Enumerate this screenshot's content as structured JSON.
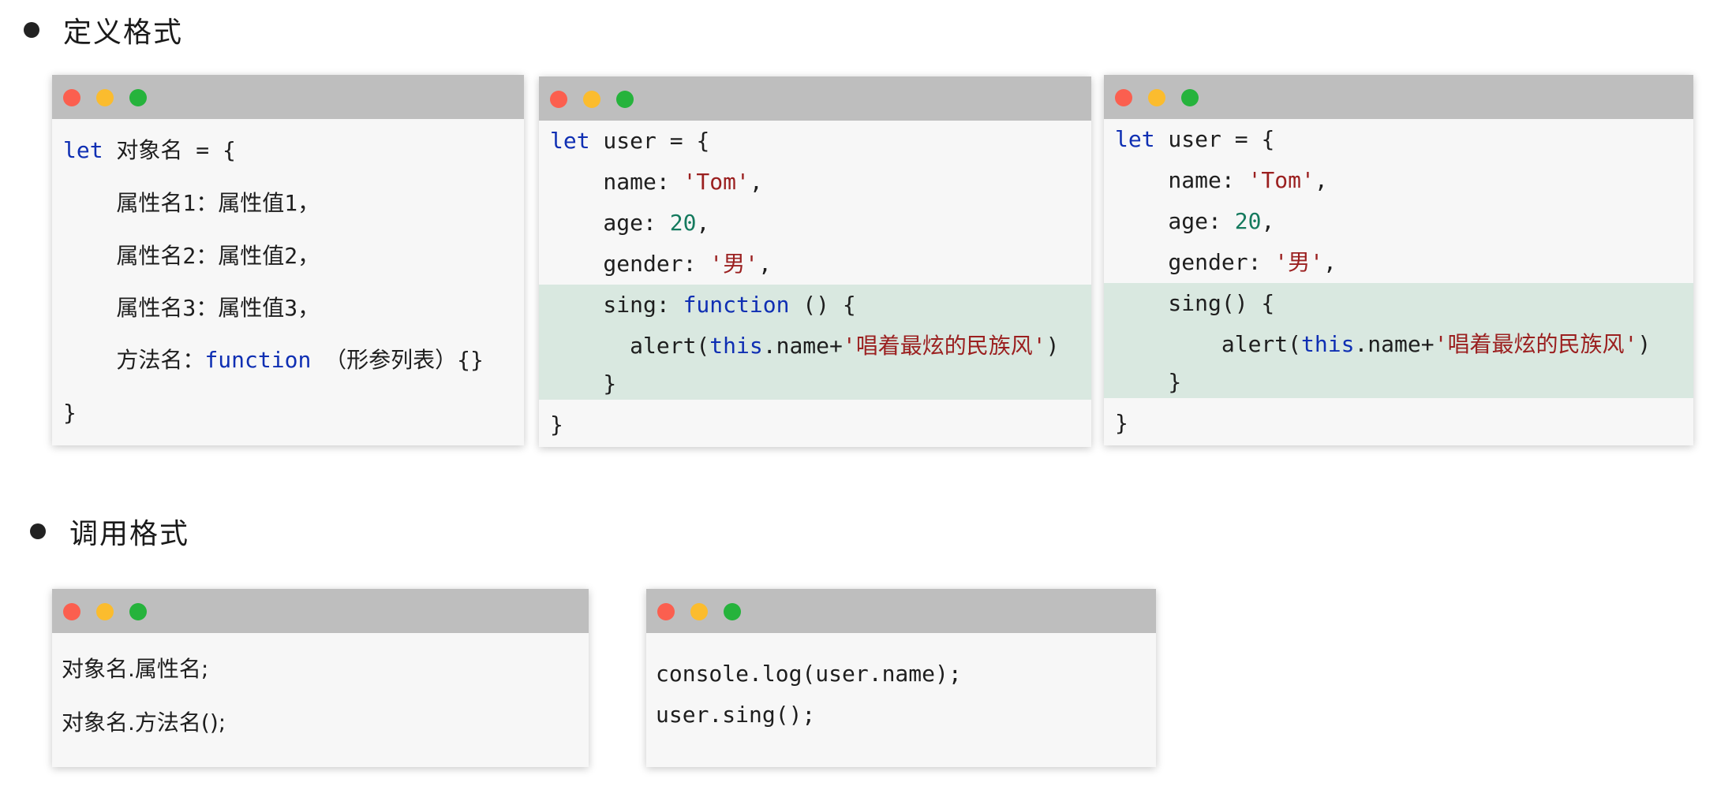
{
  "sections": {
    "define_title": "定义格式",
    "call_title": "调用格式"
  },
  "win1": {
    "lines": [
      {
        "kw": "let",
        "text": " 对象名 = {"
      },
      {
        "text": "    属性名1：属性值1，"
      },
      {
        "text": "    属性名2：属性值2，"
      },
      {
        "text": "    属性名3：属性值3，"
      },
      {
        "pre": "    方法名：",
        "kw": "function",
        "post": " （形参列表）{}"
      },
      {
        "text": "}"
      }
    ]
  },
  "win2": {
    "l1_kw": "let",
    "l1_rest": " user = {",
    "l2_pre": "    name: ",
    "l2_str": "'Tom'",
    "l2_post": ",",
    "l3_pre": "    age: ",
    "l3_num": "20",
    "l3_post": ",",
    "l4_pre": "    gender: ",
    "l4_str": "'男'",
    "l4_post": ",",
    "l5_pre": "    sing: ",
    "l5_kw": "function",
    "l5_post": " () {",
    "l6_pre": "      alert(",
    "l6_kw": "this",
    "l6_mid": ".name+",
    "l6_str": "'唱着最炫的民族风'",
    "l6_post": ")",
    "l7": "    }",
    "l8": "}"
  },
  "win3": {
    "l1_kw": "let",
    "l1_rest": " user = {",
    "l2_pre": "    name: ",
    "l2_str": "'Tom'",
    "l2_post": ",",
    "l3_pre": "    age: ",
    "l3_num": "20",
    "l3_post": ",",
    "l4_pre": "    gender: ",
    "l4_str": "'男'",
    "l4_post": ",",
    "l5": "    sing() {",
    "l6_pre": "        alert(",
    "l6_kw": "this",
    "l6_mid": ".name+",
    "l6_str": "'唱着最炫的民族风'",
    "l6_post": ")",
    "l7": "    }",
    "l8": "}"
  },
  "win4": {
    "l1": "对象名.属性名;",
    "l2": "对象名.方法名();"
  },
  "win5": {
    "l1": "console.log(user.name);",
    "l2": "user.sing();"
  },
  "colors": {
    "keyword": "#0f2fb3",
    "string": "#9b2020",
    "number": "#157a5e",
    "highlight": "#d9e8e0",
    "titlebar": "#bebebe",
    "dot_red": "#fb5f4f",
    "dot_yellow": "#fbbc2e",
    "dot_green": "#26b33c"
  }
}
